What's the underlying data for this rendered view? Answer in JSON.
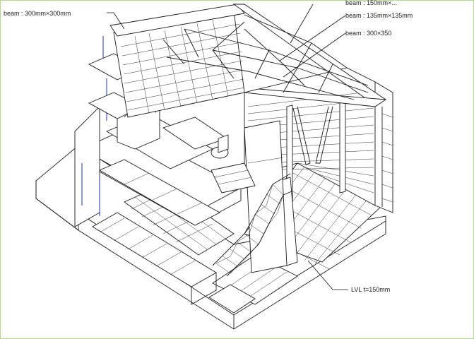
{
  "labels": {
    "beam_top_left": "beam : 300mm×300mm",
    "beam_top_right_partial": "beam : 150mm×...",
    "beam_mid": "beam : 135mm×135mm",
    "beam_lower": "beam : 300×350",
    "lvl": "LVL t=150mm"
  },
  "colors": {
    "frame_border": "#b5d98a",
    "line": "#1a1a1a",
    "accent_blue": "#1f2fb0"
  }
}
